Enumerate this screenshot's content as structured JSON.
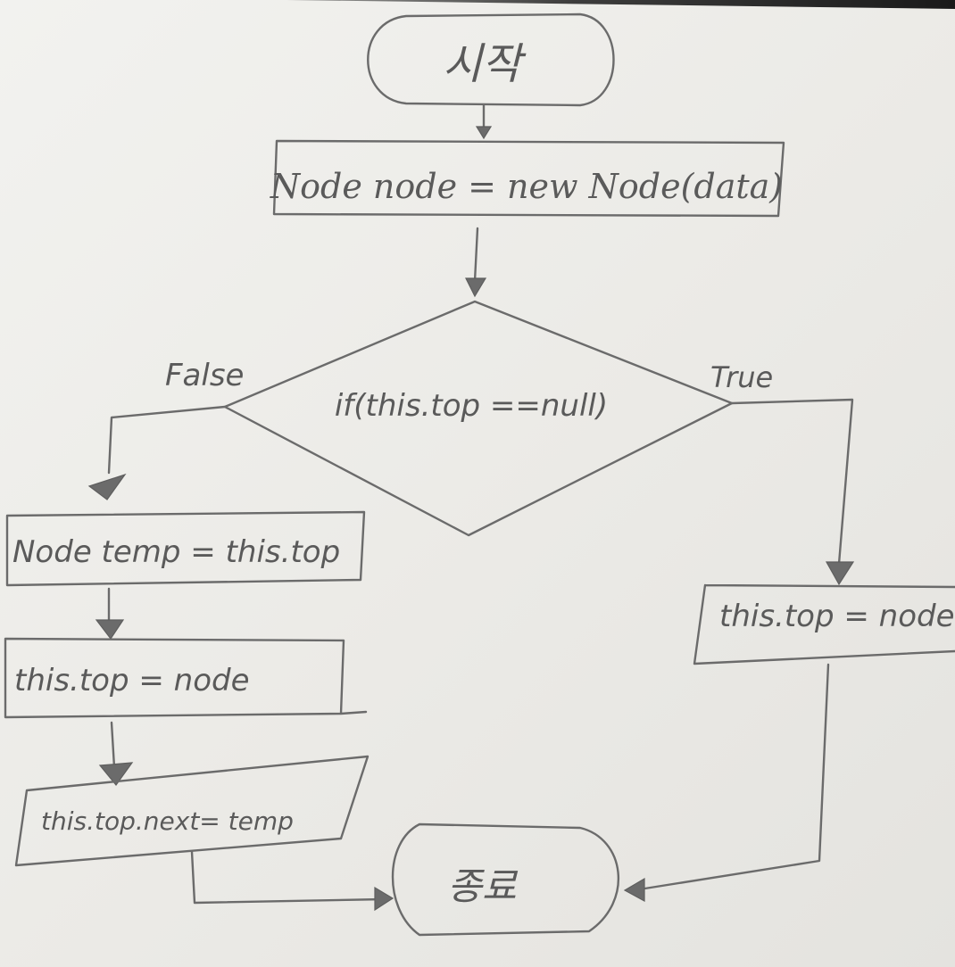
{
  "diagram": {
    "start_label": "시작",
    "end_label": "종료",
    "step_create_node": "Node node = new Node(data)",
    "condition": "if(this.top ==null)",
    "branch_false": "False",
    "branch_true": "True",
    "false_step_1": "Node temp = this.top",
    "false_step_2": "this.top = node",
    "false_step_3": "this.top.next= temp",
    "true_step_1": "this.top = node"
  },
  "colors": {
    "paper": "#efeeea",
    "pencil": "#6b6b6b"
  }
}
